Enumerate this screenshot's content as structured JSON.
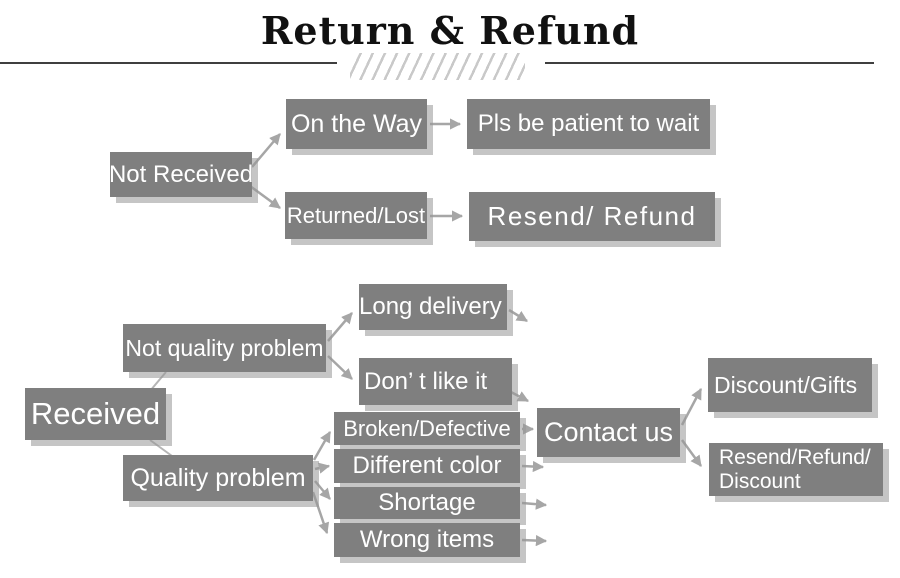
{
  "title": "Return & Refund",
  "colors": {
    "box_fill": "#7f7f7f",
    "box_text": "#ffffff",
    "arrow": "#a6a6a6",
    "connector": "#b5b5b5",
    "divider_line": "#3f3f3f",
    "hatch": "#c9c9c9",
    "background": "#ffffff",
    "title_color": "#111111"
  },
  "nodes": {
    "not_received": {
      "label": "Not Received"
    },
    "on_the_way": {
      "label": "On the Way"
    },
    "pls_be_patient": {
      "label": "Pls be patient to wait"
    },
    "returned_lost": {
      "label": "Returned/Lost"
    },
    "resend_refund": {
      "label": "Resend/ Refund"
    },
    "received": {
      "label": "Received"
    },
    "not_quality_problem": {
      "label": "Not quality problem"
    },
    "long_delivery": {
      "label": "Long delivery"
    },
    "dont_like_it": {
      "label": "Don’ t like it"
    },
    "quality_problem": {
      "label": "Quality problem"
    },
    "broken_defective": {
      "label": "Broken/Defective"
    },
    "different_color": {
      "label": "Different color"
    },
    "shortage": {
      "label": "Shortage"
    },
    "wrong_items": {
      "label": "Wrong items"
    },
    "contact_us": {
      "label": "Contact us"
    },
    "discount_gifts": {
      "label": "Discount/Gifts"
    },
    "resend_refund_discount": {
      "line1": "Resend/Refund/",
      "line2": "Discount"
    }
  },
  "edges": [
    {
      "from": "Not Received",
      "to": "On the Way",
      "style": "arrow"
    },
    {
      "from": "Not Received",
      "to": "Returned/Lost",
      "style": "arrow"
    },
    {
      "from": "On the Way",
      "to": "Pls be patient to wait",
      "style": "arrow"
    },
    {
      "from": "Returned/Lost",
      "to": "Resend/ Refund",
      "style": "arrow"
    },
    {
      "from": "Received",
      "to": "Not quality problem",
      "style": "line"
    },
    {
      "from": "Received",
      "to": "Quality problem",
      "style": "line"
    },
    {
      "from": "Not quality problem",
      "to": "Long delivery",
      "style": "arrow"
    },
    {
      "from": "Not quality problem",
      "to": "Don’ t like it",
      "style": "arrow"
    },
    {
      "from": "Long delivery",
      "to": "",
      "style": "arrow-stub"
    },
    {
      "from": "Don’ t like it",
      "to": "",
      "style": "arrow-stub"
    },
    {
      "from": "Quality problem",
      "to": "Broken/Defective",
      "style": "arrow"
    },
    {
      "from": "Quality problem",
      "to": "Different color",
      "style": "arrow"
    },
    {
      "from": "Quality problem",
      "to": "Shortage",
      "style": "arrow"
    },
    {
      "from": "Quality problem",
      "to": "Wrong items",
      "style": "arrow"
    },
    {
      "from": "Broken/Defective",
      "to": "Contact us",
      "style": "arrow"
    },
    {
      "from": "Different color",
      "to": "",
      "style": "arrow-stub"
    },
    {
      "from": "Shortage",
      "to": "",
      "style": "arrow-stub"
    },
    {
      "from": "Wrong items",
      "to": "",
      "style": "arrow-stub"
    },
    {
      "from": "Contact us",
      "to": "Discount/Gifts",
      "style": "arrow"
    },
    {
      "from": "Contact us",
      "to": "Resend/Refund/ Discount",
      "style": "arrow"
    }
  ]
}
